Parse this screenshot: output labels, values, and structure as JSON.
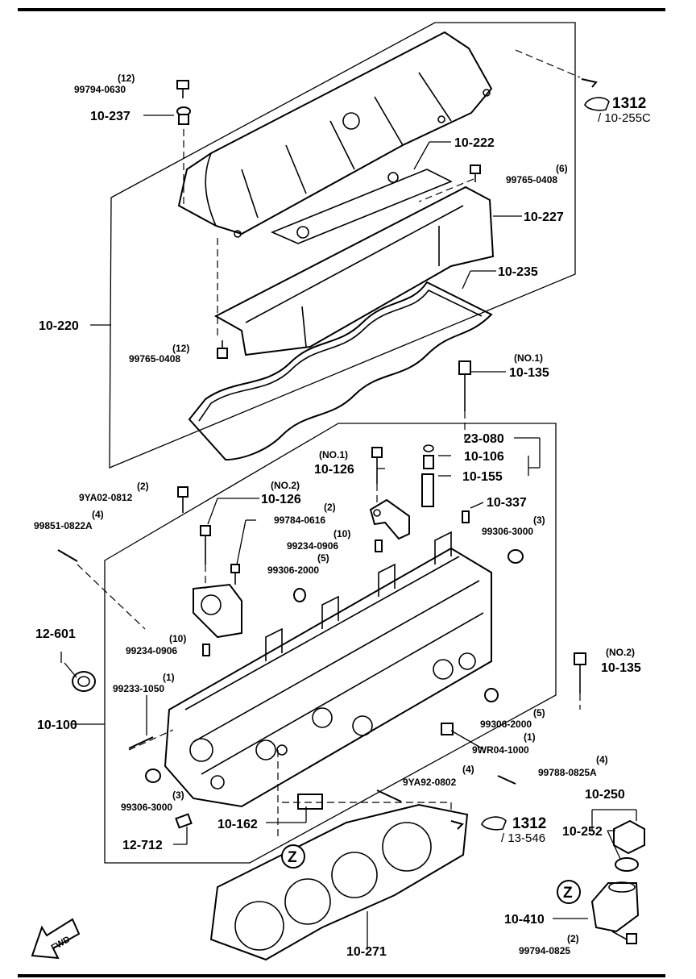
{
  "labels": {
    "bolt_cover_qty": "(12)",
    "bolt_cover_pn": "99794-0630",
    "washer_cover": "10-237",
    "cover_gasket": "10-222",
    "bolt_baffle_qty": "(6)",
    "bolt_baffle_pn": "99765-0408",
    "baffle": "10-227",
    "head_gasket_cover": "10-235",
    "cover_assy": "10-220",
    "bolt_lower_qty": "(12)",
    "bolt_lower_pn": "99765-0408",
    "head_bolt1_no": "(NO.1)",
    "head_bolt1": "10-135",
    "tappet": "23-080",
    "cap_bolt1_no": "(NO.1)",
    "cap_bolt1": "10-126",
    "valve_seal": "10-106",
    "valve_guide": "10-155",
    "stud_top_qty": "(2)",
    "stud_top_pn": "9YA02-0812",
    "cap_bolt2_no": "(NO.2)",
    "cap_bolt2": "10-126",
    "stud_left_qty": "(4)",
    "stud_left_pn": "99851-0822A",
    "bolt_small_qty": "(2)",
    "bolt_small_pn": "99784-0616",
    "dowel_qty": "(10)",
    "dowel_pn": "99234-0906",
    "plug_qty": "(5)",
    "plug_pn": "99306-2000",
    "pin": "10-337",
    "plug_r_qty": "(3)",
    "plug_r_pn": "99306-3000",
    "oil_seal": "12-601",
    "dowel2_qty": "(10)",
    "dowel2_pn": "99234-0906",
    "stud2_qty": "(1)",
    "stud2_pn": "99233-1050",
    "head_bolt2_no": "(NO.2)",
    "head_bolt2": "10-135",
    "head": "10-100",
    "plug2_pn": "99306-2000",
    "plug2_qty": "(5)",
    "plug_oil_qty": "(1)",
    "plug_oil_pn": "9WR04-1000",
    "plug3_pn": "99306-3000",
    "plug3_qty": "(3)",
    "stud3_qty": "(4)",
    "stud3_pn": "9YA92-0802",
    "stud4_qty": "(4)",
    "stud4_pn": "99788-0825A",
    "filler_assy": "10-250",
    "filler_cap": "10-252",
    "ref1_number": "1312",
    "ref1_sub": "/ 10-255C",
    "ref2_number": "1312",
    "ref2_sub": "/ 13-546",
    "fitting": "10-162",
    "sensor": "12-712",
    "head_gasket": "10-271",
    "filler_neck": "10-410",
    "filler_bolt_qty": "(2)",
    "filler_bolt_pn": "99794-0825",
    "marker_z": "Z",
    "fwd": "FWD"
  }
}
